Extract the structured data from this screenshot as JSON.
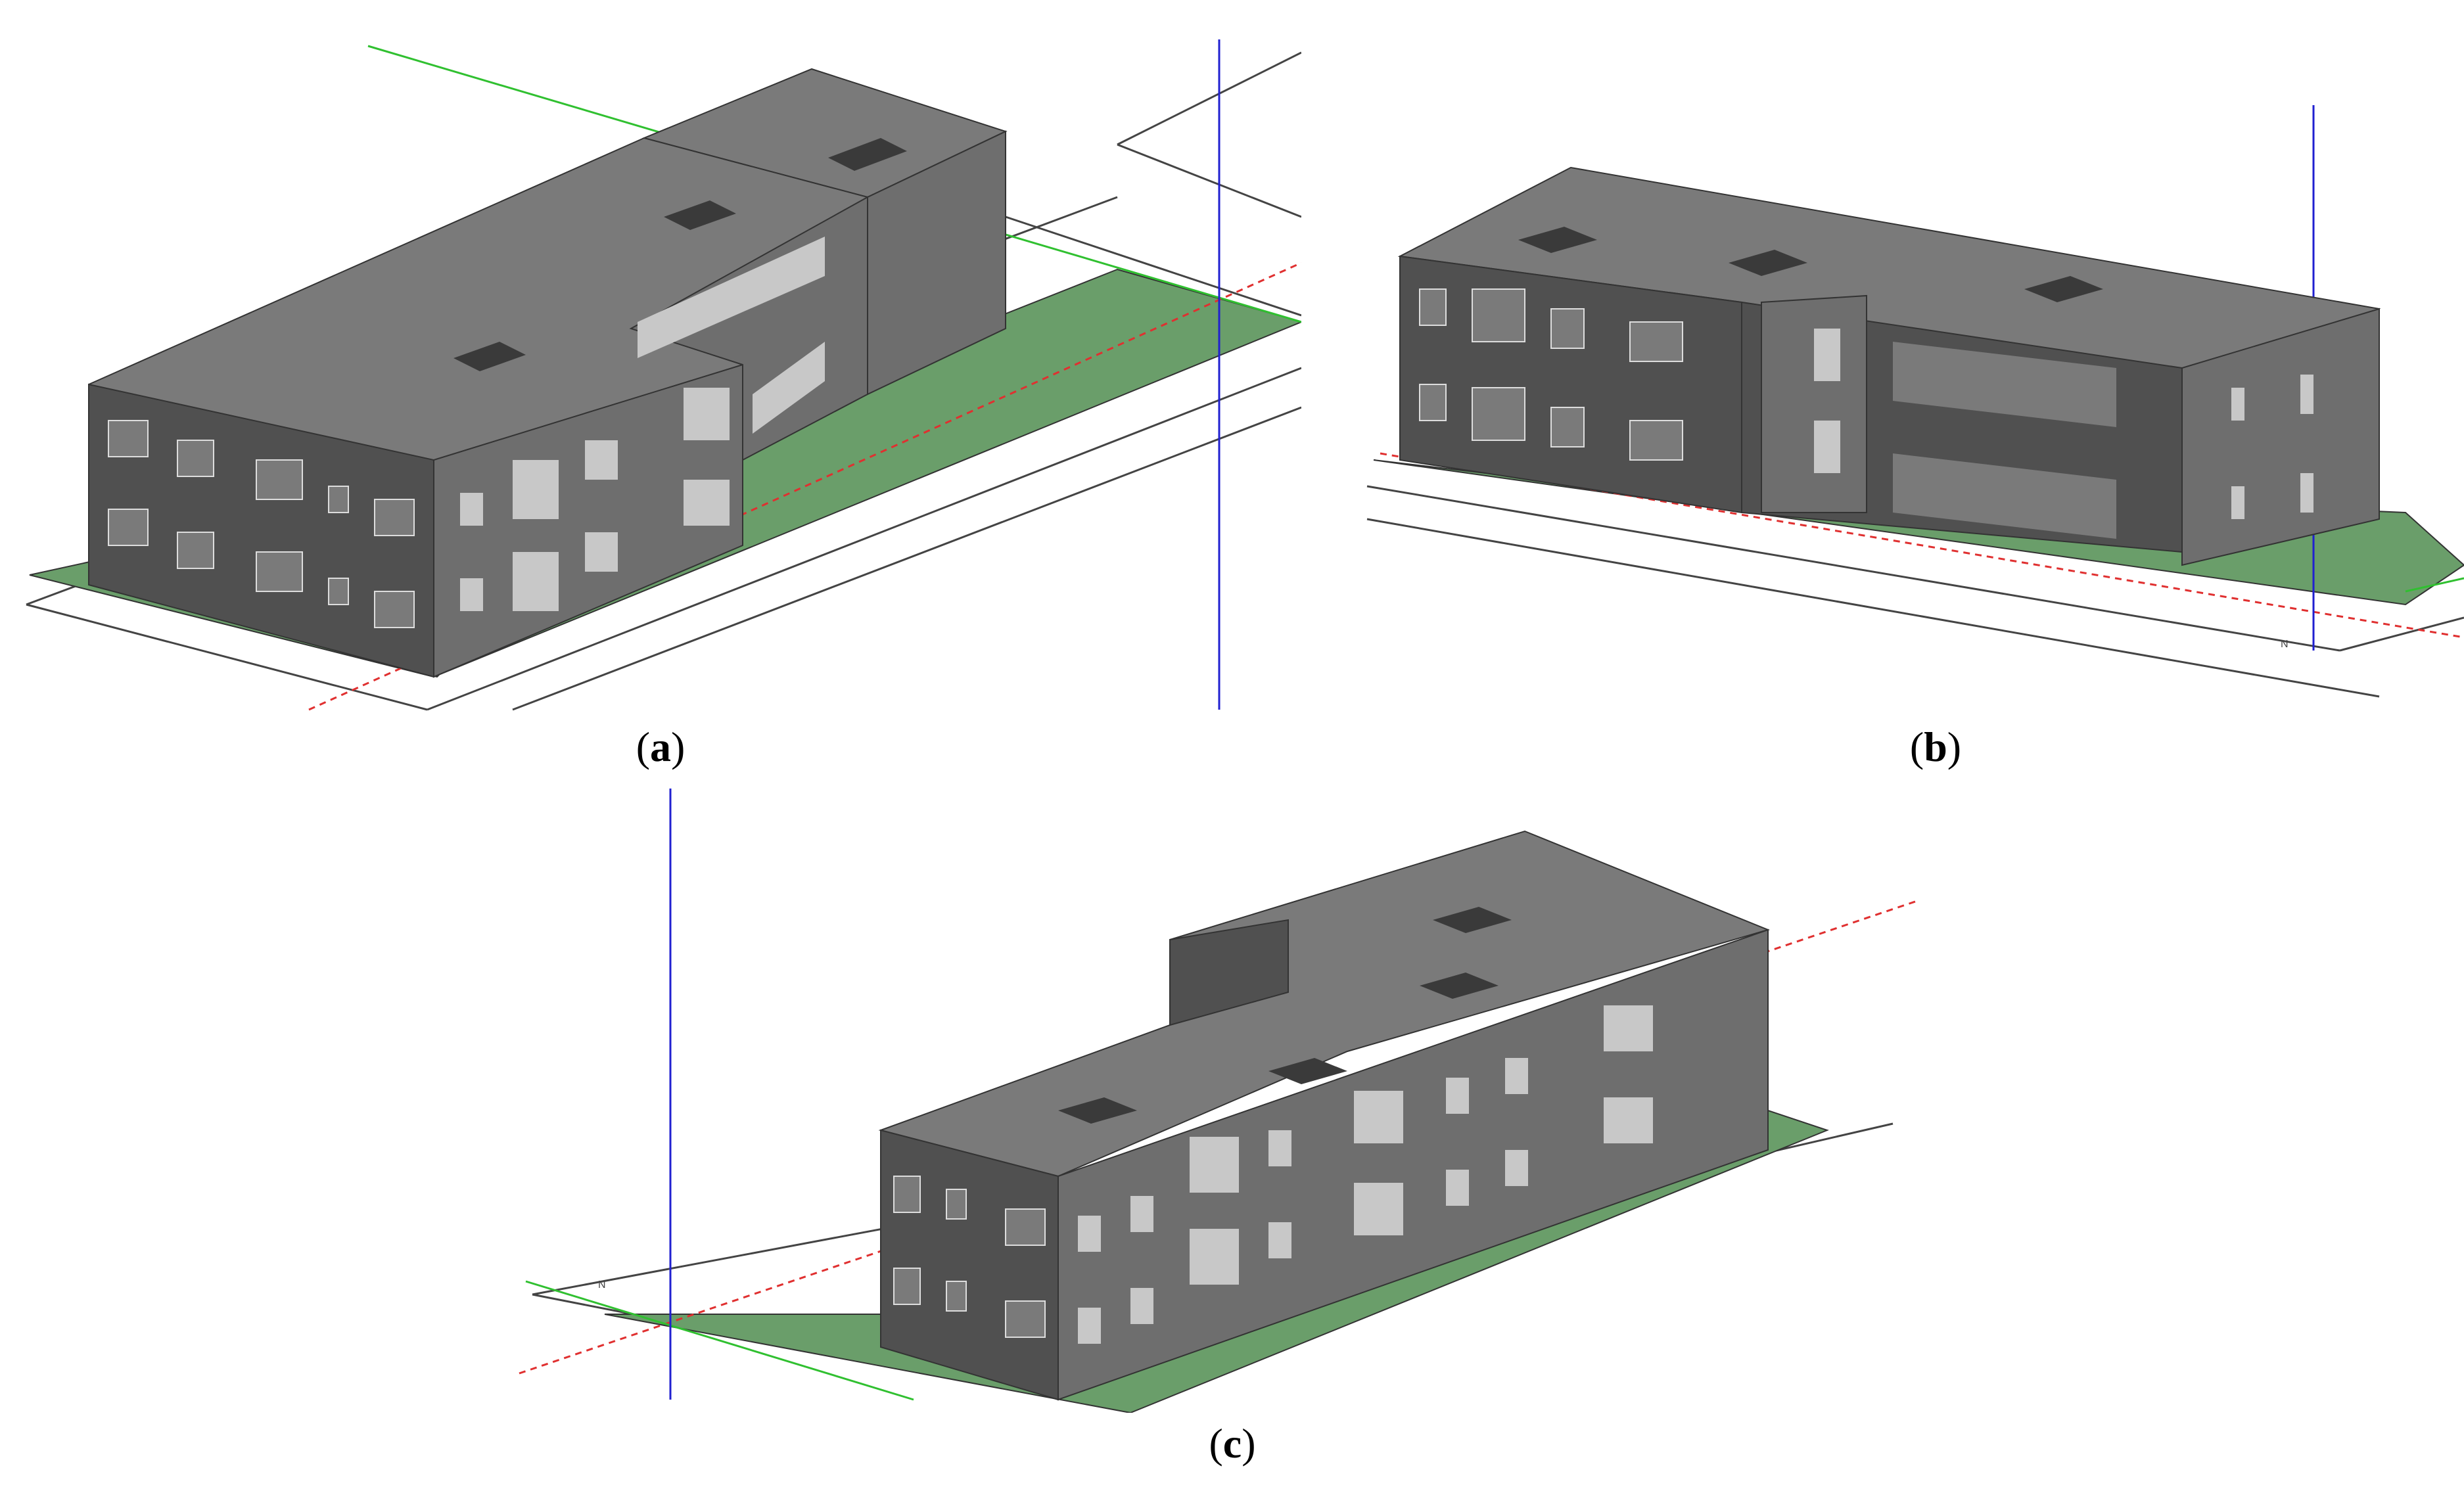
{
  "figure": {
    "panels": [
      {
        "id": "a",
        "label": "a",
        "north_label": ""
      },
      {
        "id": "b",
        "label": "b",
        "north_label": "N"
      },
      {
        "id": "c",
        "label": "c",
        "north_label": "N"
      }
    ]
  },
  "colors": {
    "roof": "#7a7a7a",
    "wall_dark": "#505050",
    "wall_light": "#6e6e6e",
    "window": "#c8c8c8",
    "ground": "#6a9e6a",
    "axis_x": "#e03030",
    "axis_y": "#30c030",
    "axis_z": "#2020d0"
  }
}
